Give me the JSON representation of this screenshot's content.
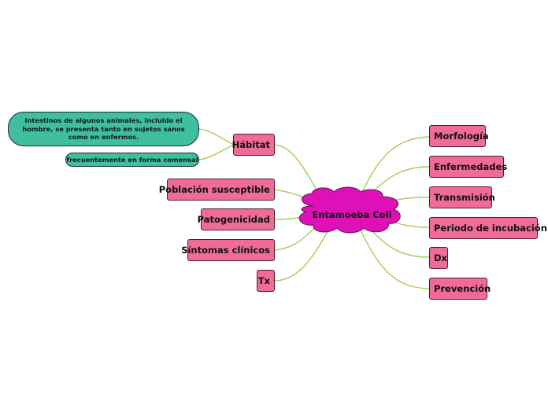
{
  "central": {
    "label": "Entamoeba Coli"
  },
  "right_topics": [
    {
      "label": "Morfología"
    },
    {
      "label": "Enfermedades"
    },
    {
      "label": "Transmisión"
    },
    {
      "label": "Periodo de incubación"
    },
    {
      "label": "Dx"
    },
    {
      "label": "Prevención"
    }
  ],
  "left_topics": [
    {
      "label": "Hábitat"
    },
    {
      "label": "Población susceptible"
    },
    {
      "label": "Patogenicidad"
    },
    {
      "label": "Síntomas clínicos"
    },
    {
      "label": "Tx"
    }
  ],
  "habitat_subtopics": [
    {
      "label": "Intestinos de algunos animales, incluido el hombre, se presenta tanto en sujetos sanos como en enfermos."
    },
    {
      "label": "frecuentemente en forma comensal"
    }
  ],
  "colors": {
    "central_fill": "#e010b8",
    "topic_fill": "#f06b96",
    "subtopic_fill": "#3fbf9f",
    "connector": "#a8cc5a"
  }
}
